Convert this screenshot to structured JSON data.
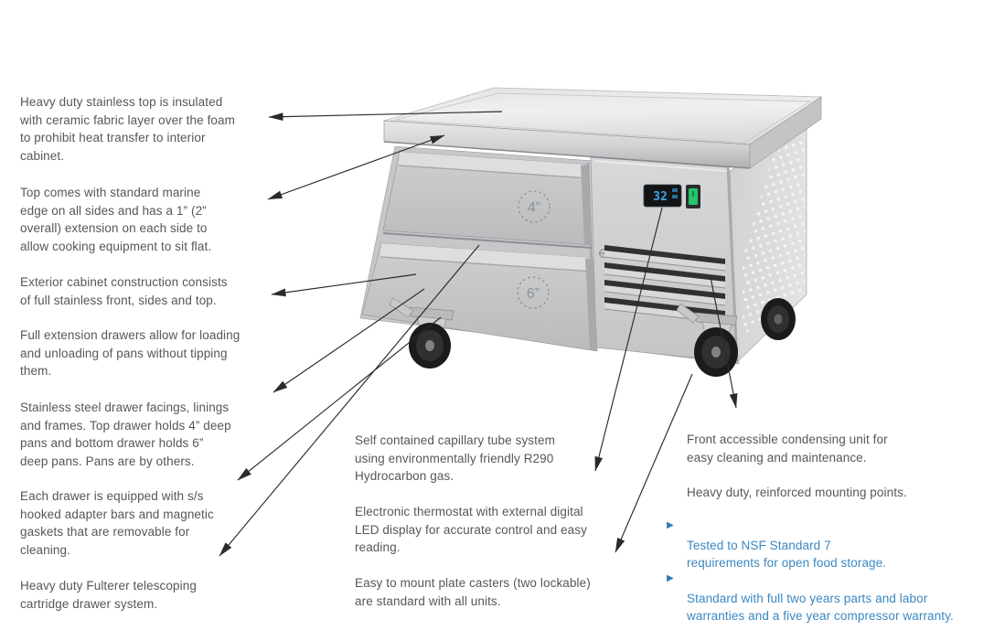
{
  "bullets": {
    "glyph": "▶"
  },
  "colors": {
    "annotation_text": "#55575a",
    "blue_text": "#3b87c1",
    "bullet_blue": "#2f7db8",
    "arrow": "#2a2a2a",
    "stainless_light": "#e9ebec",
    "stainless_mid": "#c9cbcd",
    "display_background": "#121416",
    "display_digits": "#3fa7e8",
    "switch_green": "#27c46b"
  },
  "illustration": {
    "top_drawer_label": "4”",
    "bottom_drawer_label": "6”",
    "display_value": "32"
  },
  "annotations": {
    "left": [
      {
        "text": "Heavy duty stainless top is insulated\nwith ceramic fabric layer over the foam\nto prohibit heat transfer to interior\ncabinet."
      },
      {
        "text": "Top comes with standard marine\nedge on all sides and has a 1” (2”\noverall) extension on each side to\nallow cooking equipment to sit flat."
      },
      {
        "text": "Exterior cabinet construction consists\nof full stainless front, sides and top."
      },
      {
        "text": "Full extension drawers allow for loading\nand unloading of pans without tipping\nthem."
      },
      {
        "text": "Stainless steel drawer facings, linings\nand frames. Top drawer holds 4” deep\npans and bottom drawer holds 6”\ndeep pans. Pans are by others."
      },
      {
        "text": "Each drawer is equipped with s/s\nhooked adapter bars and magnetic\ngaskets that are removable for\ncleaning."
      },
      {
        "text": "Heavy duty Fulterer telescoping\ncartridge drawer system."
      }
    ],
    "center": [
      {
        "text": "Self contained capillary tube system\nusing environmentally friendly R290\nHydrocarbon gas."
      },
      {
        "text": "Electronic thermostat with external digital\nLED display for accurate control and easy\nreading."
      },
      {
        "text": "Easy to mount plate casters (two lockable)\nare standard with all units."
      }
    ],
    "right": [
      {
        "text": "Front accessible condensing unit for\neasy cleaning and maintenance."
      },
      {
        "text": "Heavy duty, reinforced mounting points."
      },
      {
        "text": "Tested to NSF Standard 7\nrequirements for open food storage."
      },
      {
        "text": "Standard with full two years parts and labor\nwarranties and a five year compressor warranty."
      }
    ]
  }
}
